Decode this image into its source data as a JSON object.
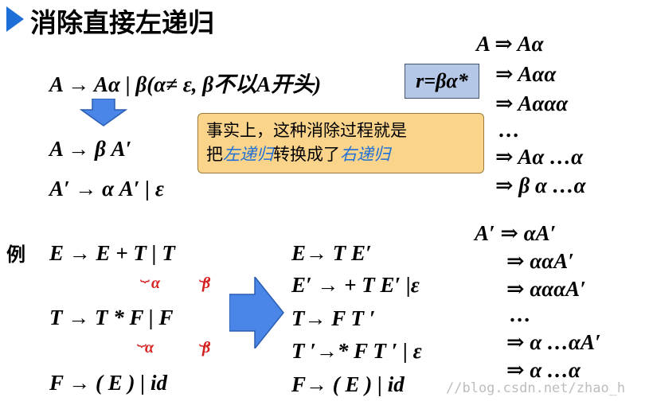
{
  "title": "消除直接左递归",
  "rule1": "A  → Aα | β(α≠ ε, β不以A开头)",
  "r_box": "r=βα*",
  "rule2": "A  → β A′",
  "rule3": "A′ → α A′ | ε",
  "note": {
    "line1": "事实上，这种消除过程就是",
    "line2_pre": "把",
    "line2_left": "左递归",
    "line2_mid": "转换成了",
    "line2_right": "右递归"
  },
  "deriv_right_top": [
    "A ⇒ Aα",
    "⇒ Aαα",
    "⇒ Aααα",
    "…",
    "⇒ Aα …α",
    "⇒ β α …α"
  ],
  "example_label": "例",
  "ex_left": [
    "E → E + T | T",
    "T → T * F | F",
    "F → ( E ) | id"
  ],
  "ex_left_alpha": "α",
  "ex_left_beta": "β",
  "ex_right": [
    "E→ T E′",
    "E′ → + T E′ |ε",
    "T→ F T ′",
    "T ′→* F T ′  | ε",
    "F→ ( E ) | id"
  ],
  "deriv_right_bottom": [
    "A′ ⇒ αA′",
    "⇒ ααA′",
    "⇒ αααA′",
    "…",
    "⇒ α …αA′",
    "⇒ α …α"
  ],
  "watermark": "//blog.csdn.net/zhao_h"
}
